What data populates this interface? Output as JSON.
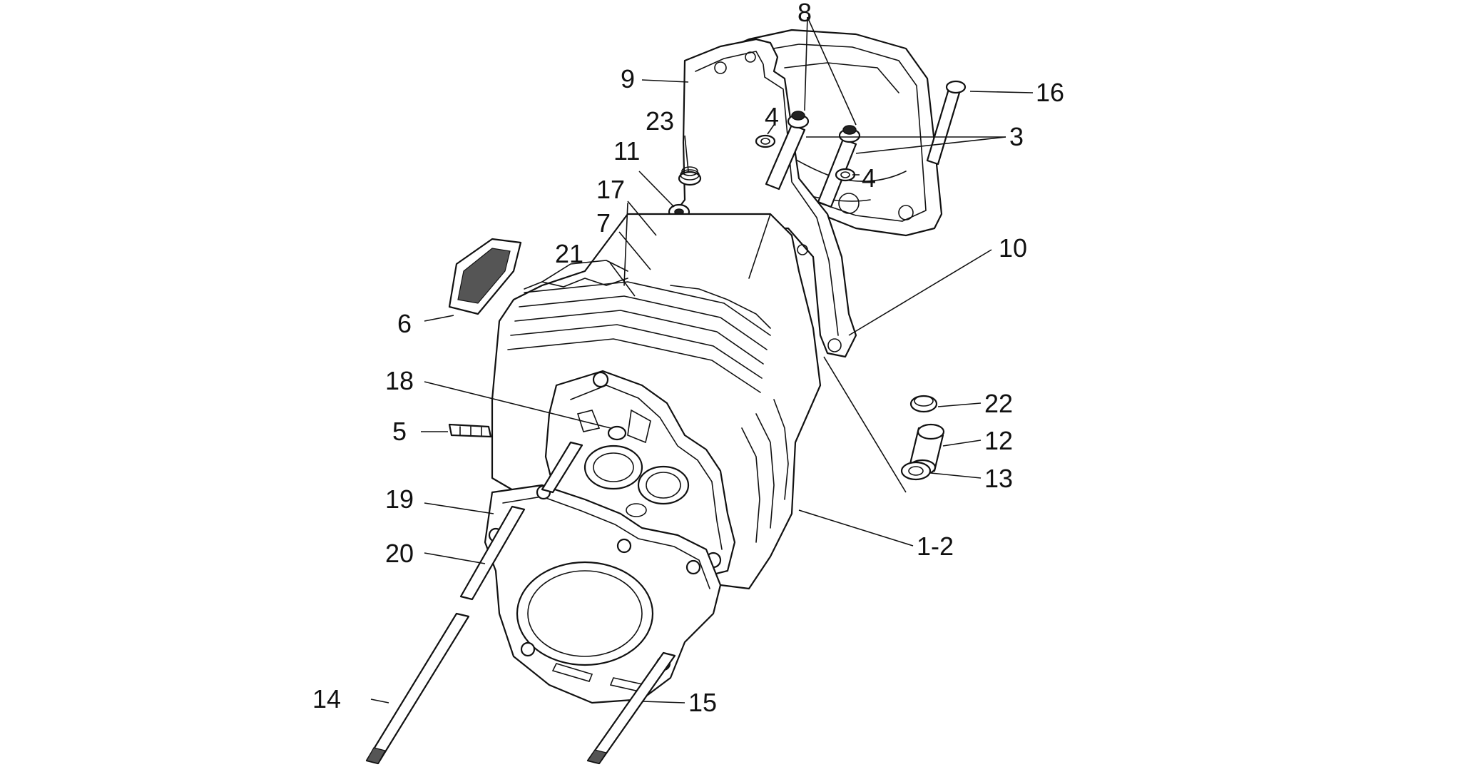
{
  "labels": {
    "l8": "8",
    "l9": "9",
    "l16": "16",
    "l4a": "4",
    "l23": "23",
    "l3": "3",
    "l11": "11",
    "l4b": "4",
    "l17": "17",
    "l7": "7",
    "l10": "10",
    "l21": "21",
    "l6": "6",
    "l18": "18",
    "l22": "22",
    "l5": "5",
    "l12": "12",
    "l13": "13",
    "l19": "19",
    "l1_2": "1-2",
    "l20": "20",
    "l14": "14",
    "l15": "15"
  },
  "colors": {
    "line": "#111111",
    "background": "#ffffff"
  }
}
